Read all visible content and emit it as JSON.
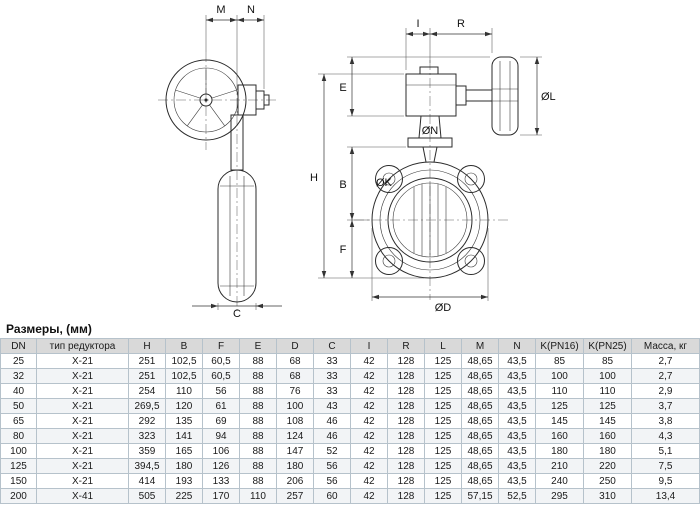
{
  "title": "Размеры, (мм)",
  "drawing": {
    "dim_labels": {
      "M": "M",
      "N": "N",
      "C": "C",
      "I": "I",
      "R": "R",
      "H": "H",
      "E": "E",
      "B": "B",
      "F": "F",
      "OK": "ØK",
      "OL": "ØL",
      "OD": "ØD",
      "ON": "ØN"
    }
  },
  "table": {
    "headers": [
      "DN",
      "тип редуктора",
      "H",
      "B",
      "F",
      "E",
      "D",
      "C",
      "I",
      "R",
      "L",
      "M",
      "N",
      "K(PN16)",
      "K(PN25)",
      "Масса, кг"
    ],
    "rows": [
      [
        "25",
        "Х-21",
        "251",
        "102,5",
        "60,5",
        "88",
        "68",
        "33",
        "42",
        "128",
        "125",
        "48,65",
        "43,5",
        "85",
        "85",
        "2,7"
      ],
      [
        "32",
        "Х-21",
        "251",
        "102,5",
        "60,5",
        "88",
        "68",
        "33",
        "42",
        "128",
        "125",
        "48,65",
        "43,5",
        "100",
        "100",
        "2,7"
      ],
      [
        "40",
        "Х-21",
        "254",
        "110",
        "56",
        "88",
        "76",
        "33",
        "42",
        "128",
        "125",
        "48,65",
        "43,5",
        "110",
        "110",
        "2,9"
      ],
      [
        "50",
        "Х-21",
        "269,5",
        "120",
        "61",
        "88",
        "100",
        "43",
        "42",
        "128",
        "125",
        "48,65",
        "43,5",
        "125",
        "125",
        "3,7"
      ],
      [
        "65",
        "Х-21",
        "292",
        "135",
        "69",
        "88",
        "108",
        "46",
        "42",
        "128",
        "125",
        "48,65",
        "43,5",
        "145",
        "145",
        "3,8"
      ],
      [
        "80",
        "Х-21",
        "323",
        "141",
        "94",
        "88",
        "124",
        "46",
        "42",
        "128",
        "125",
        "48,65",
        "43,5",
        "160",
        "160",
        "4,3"
      ],
      [
        "100",
        "Х-21",
        "359",
        "165",
        "106",
        "88",
        "147",
        "52",
        "42",
        "128",
        "125",
        "48,65",
        "43,5",
        "180",
        "180",
        "5,1"
      ],
      [
        "125",
        "Х-21",
        "394,5",
        "180",
        "126",
        "88",
        "180",
        "56",
        "42",
        "128",
        "125",
        "48,65",
        "43,5",
        "210",
        "220",
        "7,5"
      ],
      [
        "150",
        "Х-21",
        "414",
        "193",
        "133",
        "88",
        "206",
        "56",
        "42",
        "128",
        "125",
        "48,65",
        "43,5",
        "240",
        "250",
        "9,5"
      ],
      [
        "200",
        "Х-41",
        "505",
        "225",
        "170",
        "110",
        "257",
        "60",
        "42",
        "128",
        "125",
        "57,15",
        "52,5",
        "295",
        "310",
        "13,4"
      ]
    ]
  }
}
